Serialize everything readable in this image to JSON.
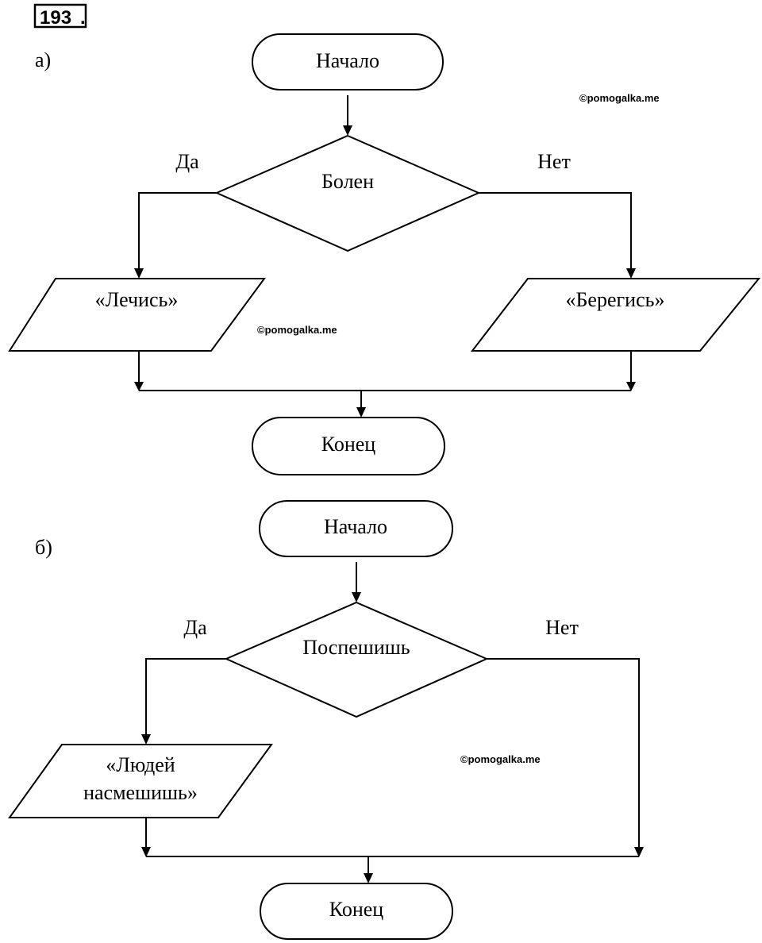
{
  "problem_number": "193",
  "watermark": "©pomogalka.me",
  "diagram_a": {
    "label": "а)",
    "start": "Начало",
    "condition": "Болен",
    "yes_label": "Да",
    "no_label": "Нет",
    "yes_output": "«Лечись»",
    "no_output": "«Берегись»",
    "end": "Конец"
  },
  "diagram_b": {
    "label": "б)",
    "start": "Начало",
    "condition": "Поспешишь",
    "yes_label": "Да",
    "no_label": "Нет",
    "yes_output_line1": "«Людей",
    "yes_output_line2": "насмешишь»",
    "end": "Конец"
  }
}
